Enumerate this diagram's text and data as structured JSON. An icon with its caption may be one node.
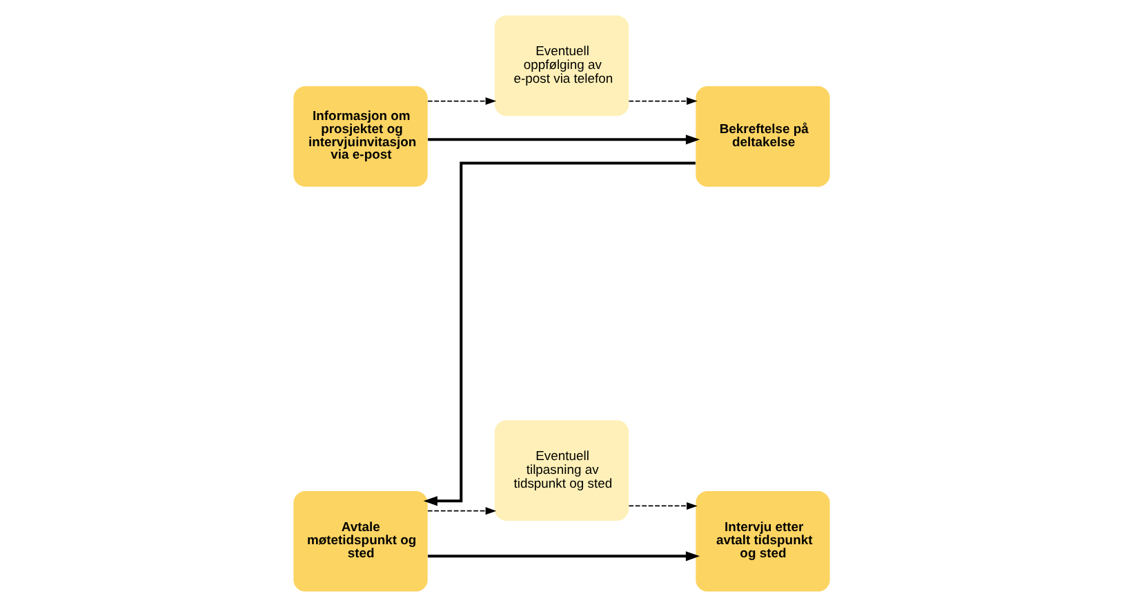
{
  "diagram": {
    "nodes": [
      {
        "text": [
          "Informasjon om prosjektet og intervjuinvitasjon via e-post"
        ]
      },
      {
        "text": [
          "Eventuell oppfølging av e-post via telefon"
        ]
      },
      {
        "text": [
          "Bekreftelse på deltakelse"
        ]
      },
      {
        "text": [
          "Avtale møtetidspunkt og sted"
        ]
      },
      {
        "text": [
          "Eventuell tilpasning av tidspunkt og sted"
        ]
      },
      {
        "text": [
          "Intervju etter avtalt tidspunkt og sted"
        ]
      }
    ],
    "edges": [
      {
        "from": 0,
        "to": 1,
        "arrow": "to",
        "style": "dashed"
      },
      {
        "from": 1,
        "to": 2,
        "arrow": "to",
        "style": "dashed"
      },
      {
        "from": 0,
        "to": 2,
        "arrow": "to"
      },
      {
        "from": 2,
        "to": 3,
        "arrow": "to"
      },
      {
        "from": 3,
        "to": 5,
        "arrow": "to"
      },
      {
        "from": 3,
        "to": 4,
        "arrow": "to",
        "style": "dashed"
      },
      {
        "from": 4,
        "to": 5,
        "arrow": "to",
        "style": "dashed"
      }
    ]
  }
}
